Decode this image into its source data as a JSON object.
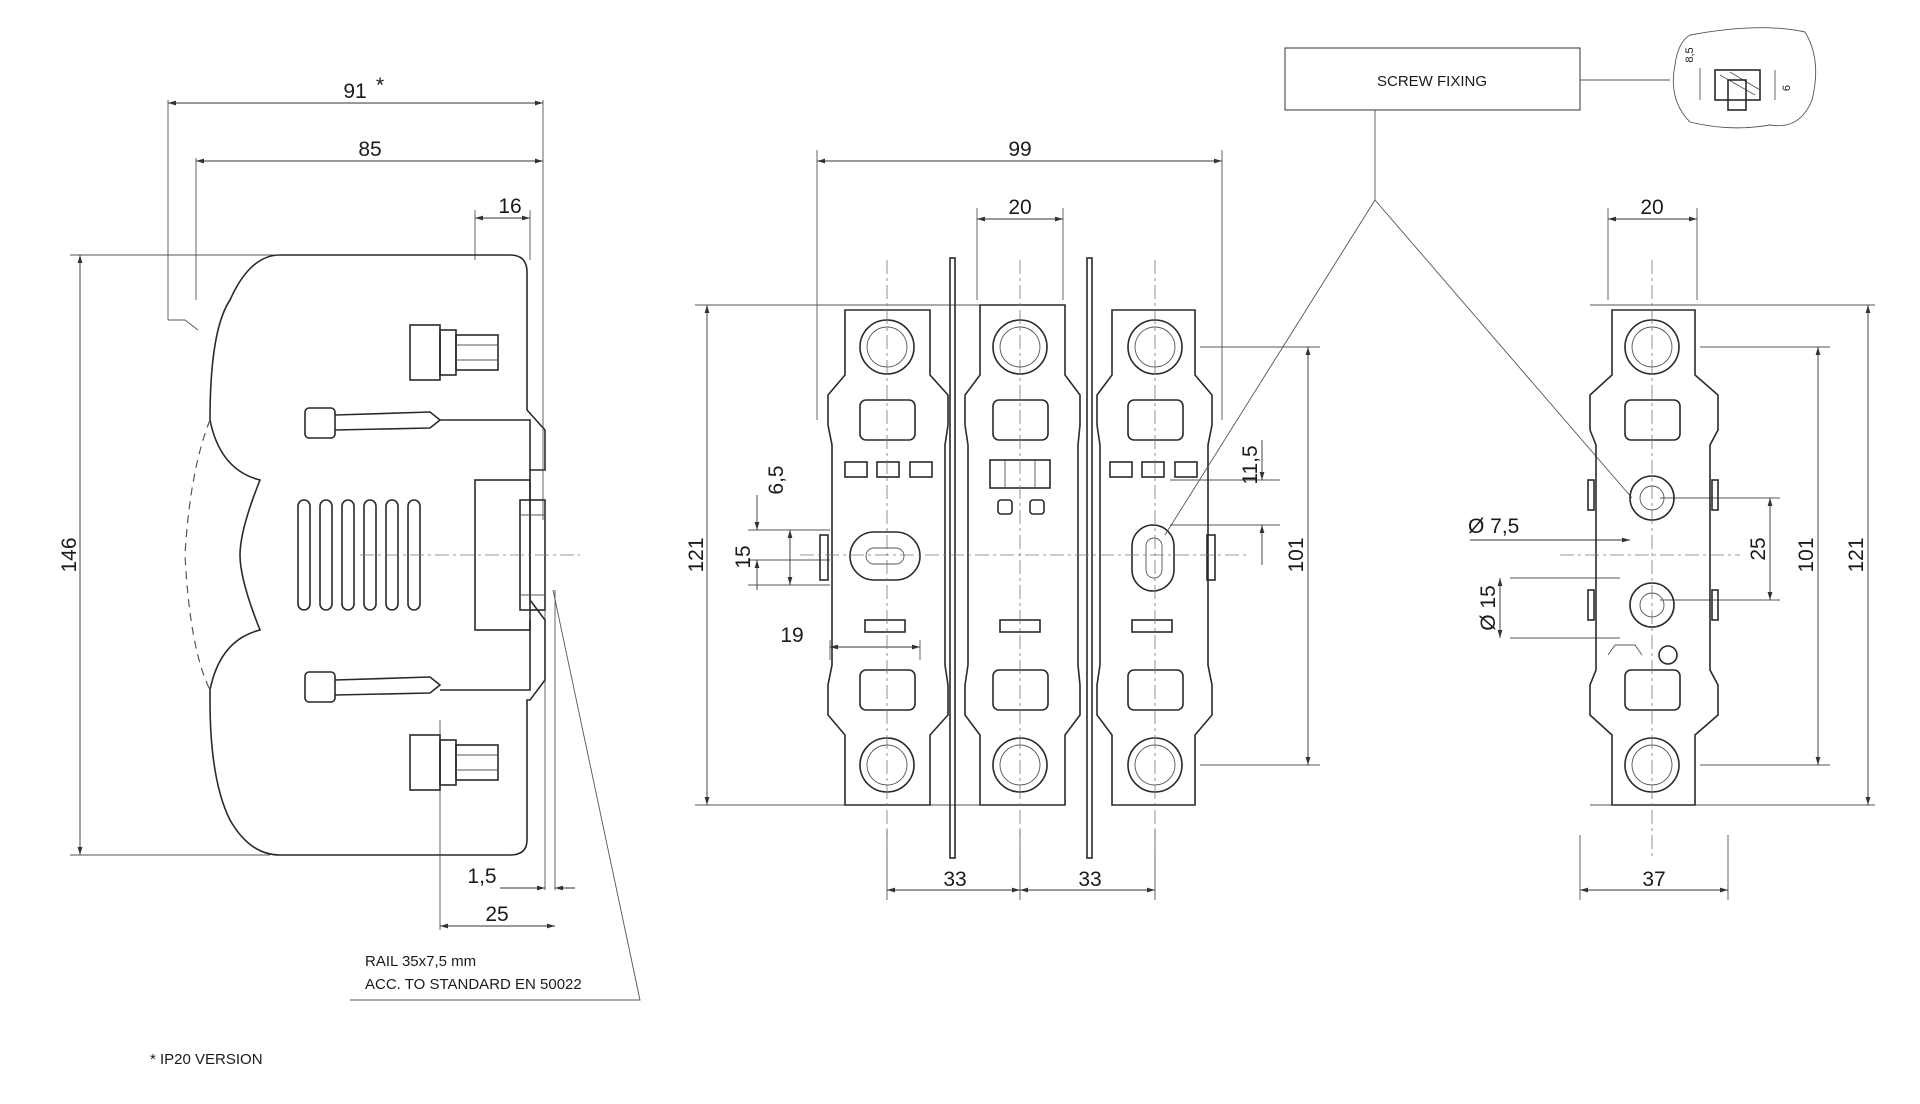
{
  "side_view": {
    "dim_width_total": "91",
    "dim_width_total_mark": "*",
    "dim_width_body": "85",
    "dim_top_right": "16",
    "dim_height": "146",
    "dim_rail_offset": "1,5",
    "dim_rail_width": "25"
  },
  "rail_note": {
    "line1": "RAIL 35x7,5 mm",
    "line2": "ACC. TO STANDARD EN 50022"
  },
  "footnote": "*  IP20 VERSION",
  "front_view": {
    "dim_width": "99",
    "dim_pole": "20",
    "dim_height": "121",
    "dim_6_5": "6,5",
    "dim_15": "15",
    "dim_19": "19",
    "dim_11_5": "11,5",
    "dim_101": "101",
    "dim_pitch_left": "33",
    "dim_pitch_right": "33"
  },
  "screw_fixing": {
    "label": "SCREW FIXING",
    "dim_8_5": "8,5",
    "dim_6": "6"
  },
  "single_view": {
    "dim_top": "20",
    "dim_hole_small": "Ø 7,5",
    "dim_hole_large": "Ø 15",
    "dim_25": "25",
    "dim_101": "101",
    "dim_121": "121",
    "dim_bottom": "37"
  }
}
